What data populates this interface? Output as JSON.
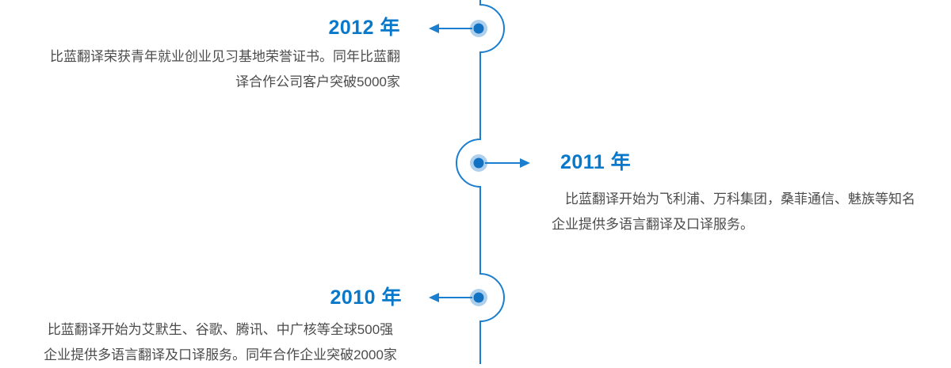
{
  "page": {
    "type": "company-history-timeline",
    "background": "#ffffff"
  },
  "colors": {
    "year_label_blue": "#0878ca",
    "timeline_line_blue": "#1b7ecf",
    "node_dot_blue": "#1171c3",
    "node_ring_blue": "#1777c8",
    "body_text_gray": "#4c4c4c"
  },
  "icons": {
    "node": "timeline-node-circle",
    "arrow_left": "left-arrow",
    "arrow_right": "right-arrow"
  },
  "timeline": {
    "orientation": "vertical",
    "milestones": [
      {
        "year": "2012 年",
        "side": "left",
        "description": "比蓝翻译荣获青年就业创业见习基地荣誉证书。同年比蓝翻\n译合作公司客户突破5000家"
      },
      {
        "year": "2011 年",
        "side": "right",
        "description": "比蓝翻译开始为飞利浦、万科集团，桑菲通信、魅族等知名\n企业提供多语言翻译及口译服务。"
      },
      {
        "year": "2010 年",
        "side": "left",
        "description": "比蓝翻译开始为艾默生、谷歌、腾讯、中广核等全球500强\n企业提供多语言翻译及口译服务。同年合作企业突破2000家"
      }
    ]
  }
}
